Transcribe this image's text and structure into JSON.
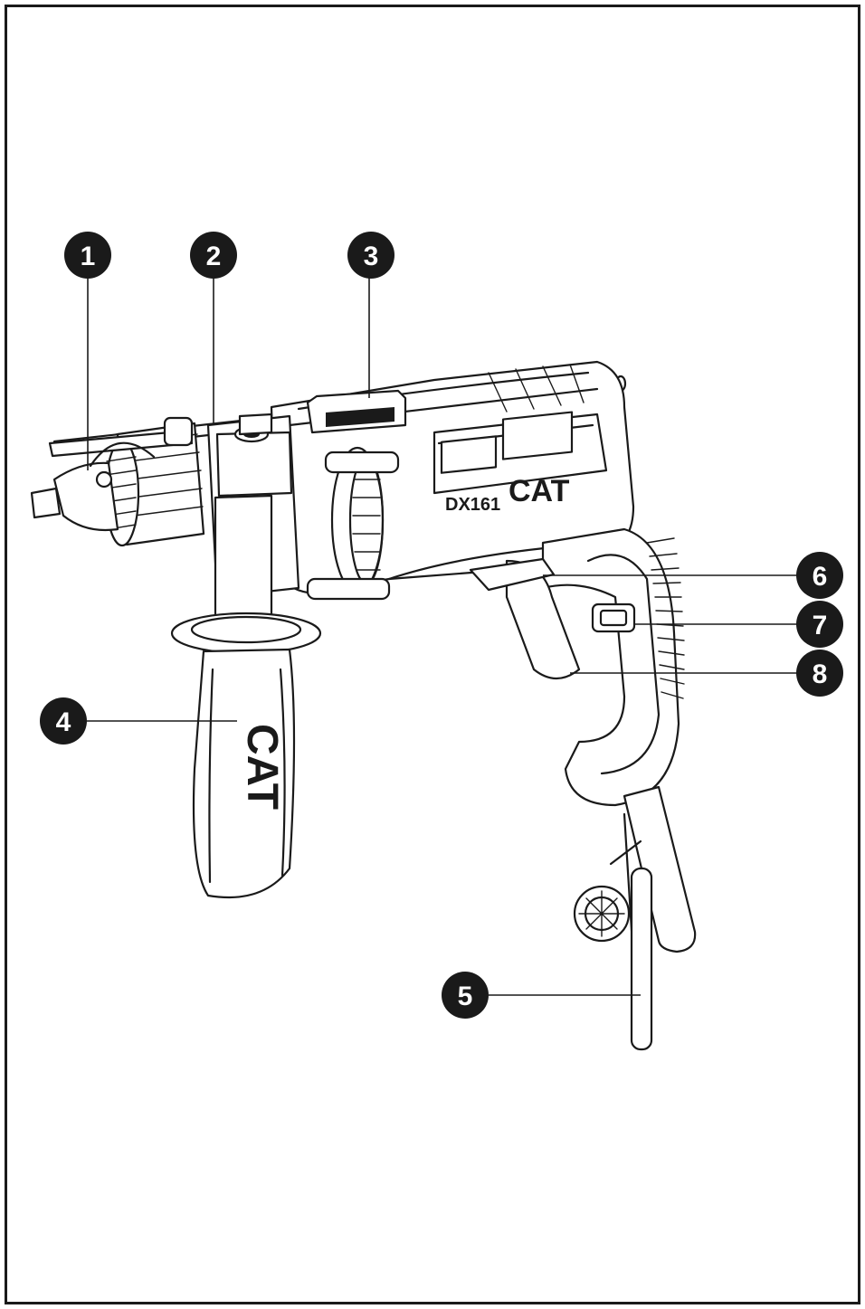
{
  "figure": {
    "callouts": [
      {
        "number": "1"
      },
      {
        "number": "2"
      },
      {
        "number": "3"
      },
      {
        "number": "4"
      },
      {
        "number": "5"
      },
      {
        "number": "6"
      },
      {
        "number": "7"
      },
      {
        "number": "8"
      }
    ],
    "body_labels": {
      "model": "DX161",
      "brand": "CAT",
      "handle_brand": "CAT"
    },
    "colors": {
      "line": "#1a1a1a",
      "background": "#ffffff"
    }
  }
}
